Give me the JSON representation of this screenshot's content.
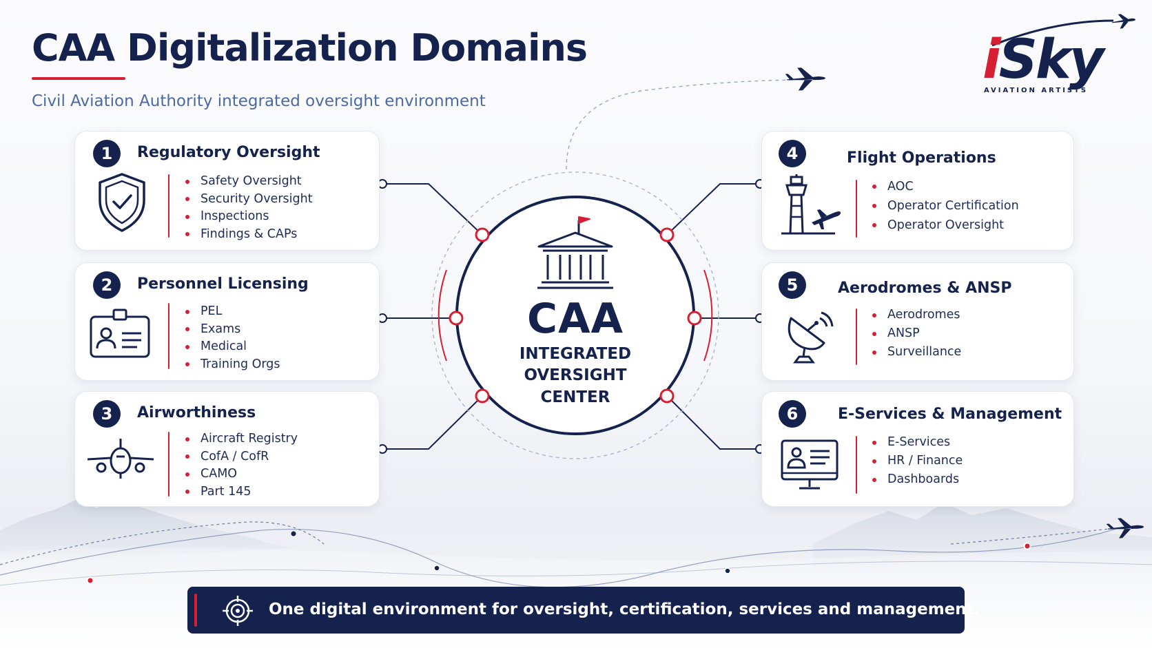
{
  "header": {
    "title": "CAA Digitalization Domains",
    "subtitle": "Civil Aviation Authority integrated oversight environment"
  },
  "logo": {
    "brand_i": "i",
    "brand_rest": "Sky",
    "tagline": "AVIATION ARTISTS"
  },
  "center": {
    "main": "CAA",
    "line1": "INTEGRATED",
    "line2": "OVERSIGHT",
    "line3": "CENTER",
    "icon": "government-building-icon"
  },
  "domains": [
    {
      "number": "1",
      "title": "Regulatory Oversight",
      "icon": "shield-check-icon",
      "items": [
        "Safety Oversight",
        "Security Oversight",
        "Inspections",
        "Findings & CAPs"
      ]
    },
    {
      "number": "2",
      "title": "Personnel Licensing",
      "icon": "id-card-icon",
      "items": [
        "PEL",
        "Exams",
        "Medical",
        "Training Orgs"
      ]
    },
    {
      "number": "3",
      "title": "Airworthiness",
      "icon": "aircraft-front-icon",
      "items": [
        "Aircraft Registry",
        "CofA / CofR",
        "CAMO",
        "Part 145"
      ]
    },
    {
      "number": "4",
      "title": "Flight Operations",
      "icon": "control-tower-icon",
      "items": [
        "AOC",
        "Operator Certification",
        "Operator Oversight"
      ]
    },
    {
      "number": "5",
      "title": "Aerodromes & ANSP",
      "icon": "radar-dish-icon",
      "items": [
        "Aerodromes",
        "ANSP",
        "Surveillance"
      ]
    },
    {
      "number": "6",
      "title": "E-Services & Management",
      "icon": "monitor-profile-icon",
      "items": [
        "E-Services",
        "HR / Finance",
        "Dashboards"
      ]
    }
  ],
  "banner": {
    "text": "One digital environment for oversight, certification, services and management.",
    "icon": "target-crosshair-icon"
  },
  "colors": {
    "navy": "#14224d",
    "accent_red": "#d71f33",
    "subtitle_blue": "#4c6aa0"
  }
}
